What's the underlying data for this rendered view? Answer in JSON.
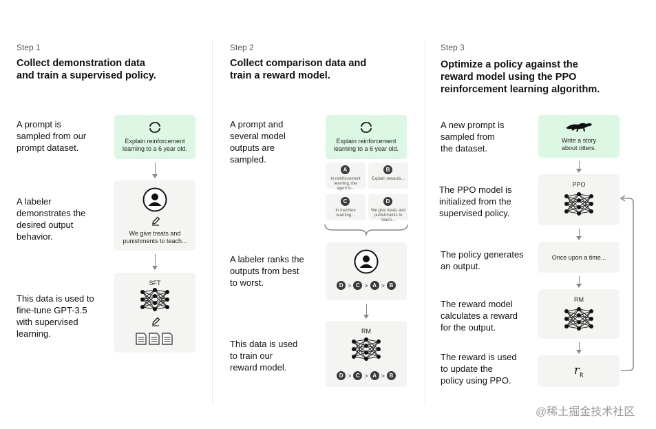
{
  "steps": [
    {
      "label": "Step 1",
      "title": "Collect demonstration data\nand train a supervised policy.",
      "descs": [
        "A prompt is\nsampled from our\nprompt dataset.",
        "A labeler\ndemonstrates the\ndesired output\nbehavior.",
        "This data is used to\nfine-tune GPT-3.5\nwith supervised\nlearning."
      ],
      "prompt_text": "Explain reinforcement\nlearning to a 6 year old.",
      "demo_text": "We give treats and\npunishments to teach...",
      "model_label": "SFT"
    },
    {
      "label": "Step 2",
      "title": "Collect comparison data and\ntrain a reward model.",
      "descs": [
        "A prompt and\nseveral model\noutputs are\nsampled.",
        "A labeler ranks the\noutputs from best\nto worst.",
        "This data is used\nto train our\nreward model."
      ],
      "prompt_text": "Explain reinforcement\nlearning to a 6 year old.",
      "outputs": [
        {
          "badge": "A",
          "text": "In reinforcement\nlearning, the\nagent is..."
        },
        {
          "badge": "B",
          "text": "Explain rewards..."
        },
        {
          "badge": "C",
          "text": "In machine\nlearning..."
        },
        {
          "badge": "D",
          "text": "We give treats and\npunishments to\nteach..."
        }
      ],
      "ranking": [
        "D",
        ">",
        "C",
        ">",
        "A",
        ">",
        "B"
      ],
      "model_label": "RM"
    },
    {
      "label": "Step 3",
      "title": "Optimize a policy against the\nreward model using the PPO\nreinforcement learning algorithm.",
      "descs": [
        "A new prompt is\nsampled from\nthe dataset.",
        "The PPO model is\ninitialized from the\nsupervised policy.",
        "The policy generates\nan output.",
        "The reward model\ncalculates a reward\nfor the output.",
        "The reward is used\nto update the\npolicy using PPO."
      ],
      "prompt_text": "Write a story\nabout otters.",
      "ppo_label": "PPO",
      "output_text": "Once upon a time...",
      "rm_label": "RM",
      "reward_symbol": "r",
      "reward_subscript": "k"
    }
  ],
  "watermark": "@稀土掘金技术社区",
  "icons": [
    "recycle-icon",
    "user-icon",
    "pencil-icon",
    "neural-net-icon",
    "document-icon",
    "otter-icon",
    "bracket-icon",
    "feedback-arrow"
  ]
}
